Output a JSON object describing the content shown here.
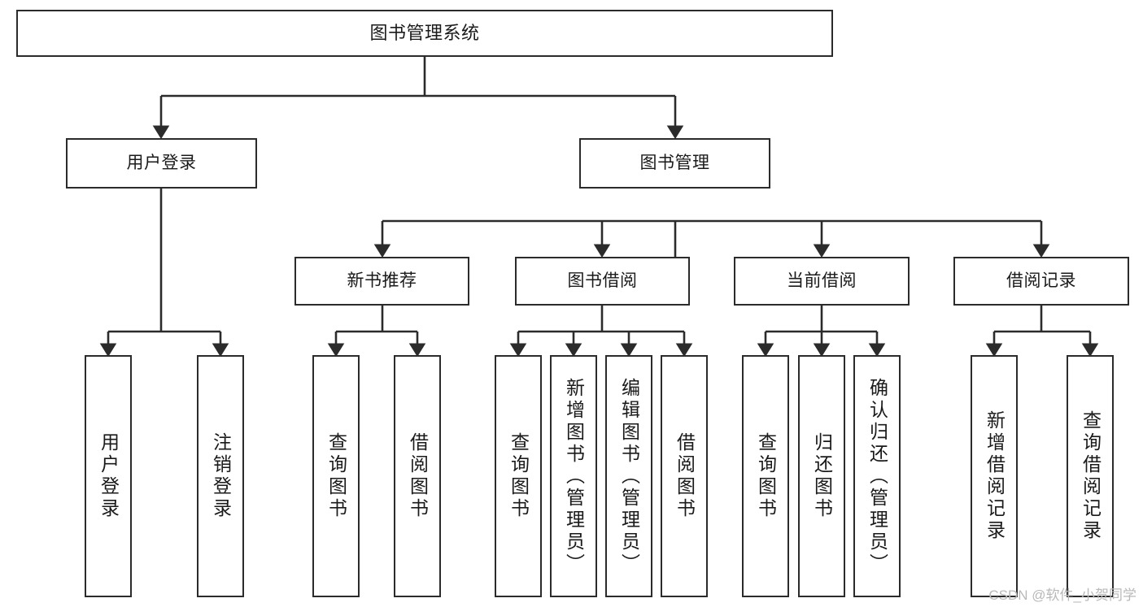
{
  "diagram": {
    "title": "图书管理系统",
    "type": "tree",
    "root": {
      "id": "root",
      "label": "图书管理系统"
    },
    "level1": [
      {
        "id": "user-login",
        "label": "用户登录"
      },
      {
        "id": "book-manage",
        "label": "图书管理"
      }
    ],
    "level2": [
      {
        "id": "new-book-recommend",
        "label": "新书推荐",
        "parent": "book-manage"
      },
      {
        "id": "book-borrow",
        "label": "图书借阅",
        "parent": "book-manage"
      },
      {
        "id": "current-borrow",
        "label": "当前借阅",
        "parent": "book-manage"
      },
      {
        "id": "borrow-record",
        "label": "借阅记录",
        "parent": "book-manage"
      }
    ],
    "leaves": [
      {
        "id": "leaf-user-login",
        "label": "用户登录",
        "parent": "user-login"
      },
      {
        "id": "leaf-user-logout",
        "label": "注销登录",
        "parent": "user-login"
      },
      {
        "id": "leaf-query-book-1",
        "label": "查询图书",
        "parent": "new-book-recommend"
      },
      {
        "id": "leaf-borrow-book-1",
        "label": "借阅图书",
        "parent": "new-book-recommend"
      },
      {
        "id": "leaf-query-book-2",
        "label": "查询图书",
        "parent": "book-borrow"
      },
      {
        "id": "leaf-add-book",
        "label": "新增图书（管理员）",
        "parent": "book-borrow"
      },
      {
        "id": "leaf-edit-book",
        "label": "编辑图书（管理员）",
        "parent": "book-borrow"
      },
      {
        "id": "leaf-borrow-book-2",
        "label": "借阅图书",
        "parent": "book-borrow"
      },
      {
        "id": "leaf-query-book-3",
        "label": "查询图书",
        "parent": "current-borrow"
      },
      {
        "id": "leaf-return-book",
        "label": "归还图书",
        "parent": "current-borrow"
      },
      {
        "id": "leaf-confirm-return",
        "label": "确认归还（管理员）",
        "parent": "current-borrow"
      },
      {
        "id": "leaf-add-record",
        "label": "新增借阅记录",
        "parent": "borrow-record"
      },
      {
        "id": "leaf-query-record",
        "label": "查询借阅记录",
        "parent": "borrow-record"
      }
    ]
  },
  "watermark": {
    "text": "CSDN @软件_小贺同学",
    "color": "#b9b9b9"
  },
  "style": {
    "line_color": "#2b2b2b",
    "box_border": "#2b2b2b",
    "box_fill": "#ffffff",
    "text_color": "#1a1a1a",
    "background": "#ffffff"
  }
}
